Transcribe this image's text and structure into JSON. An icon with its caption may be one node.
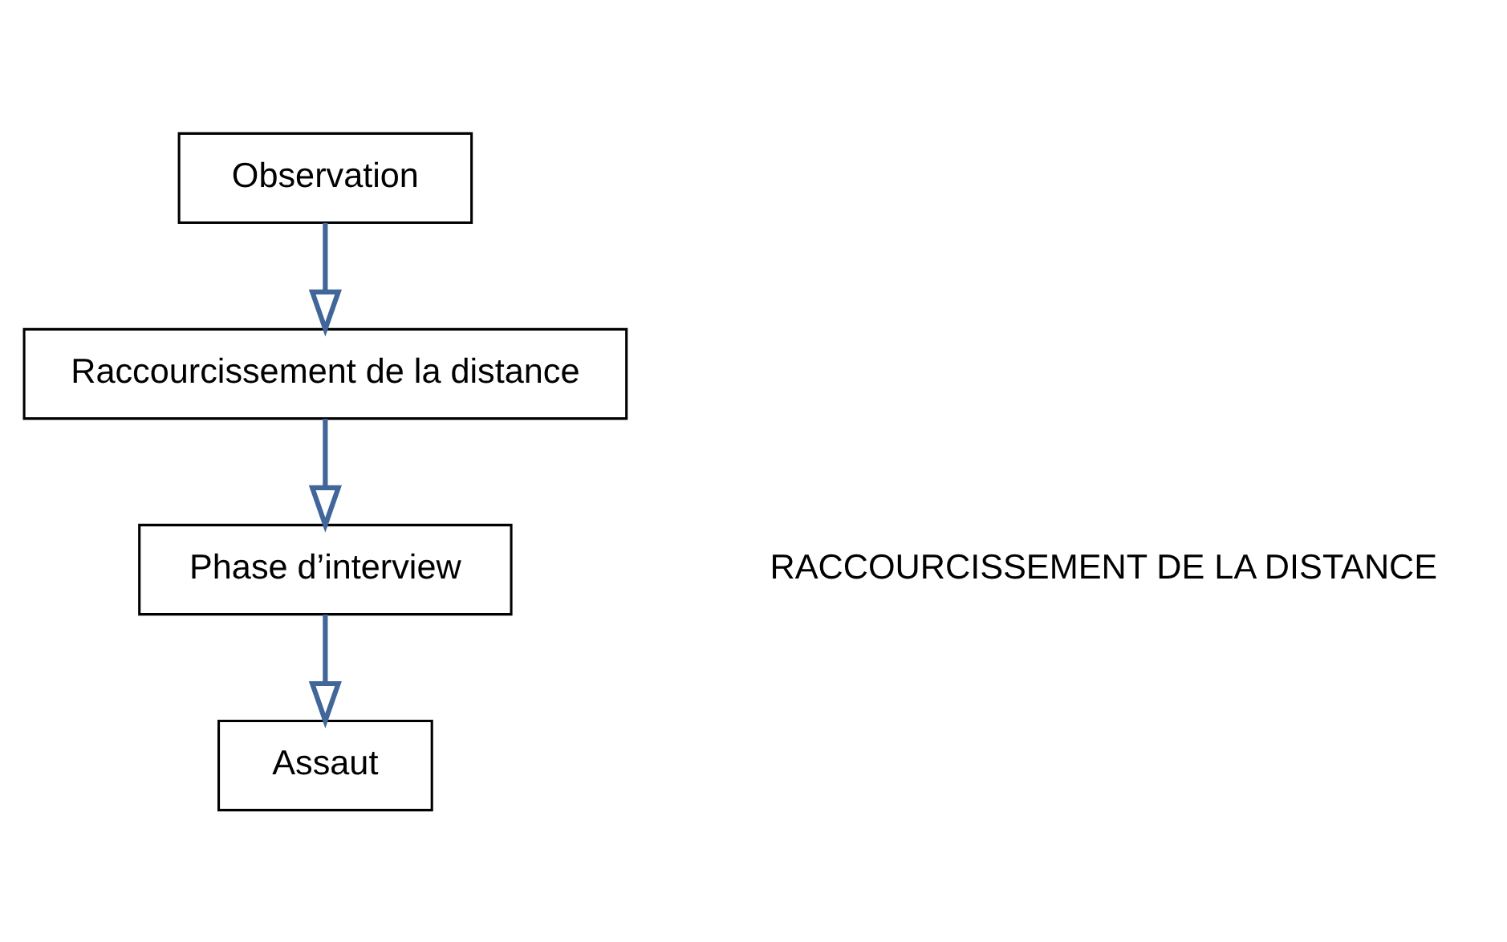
{
  "diagram": {
    "nodes": [
      {
        "text": [
          "Observation"
        ]
      },
      {
        "text": [
          "Raccourcissement de la distance"
        ]
      },
      {
        "text": [
          "Phase d’interview"
        ]
      },
      {
        "text": [
          "Assaut"
        ]
      }
    ],
    "edges": [
      {
        "from": 0,
        "to": 1,
        "arrow": "to"
      },
      {
        "from": 1,
        "to": 2,
        "arrow": "to"
      },
      {
        "from": 2,
        "to": 3,
        "arrow": "to"
      }
    ],
    "labels": [
      "RACCOURCISSEMENT DE LA DISTANCE"
    ]
  }
}
